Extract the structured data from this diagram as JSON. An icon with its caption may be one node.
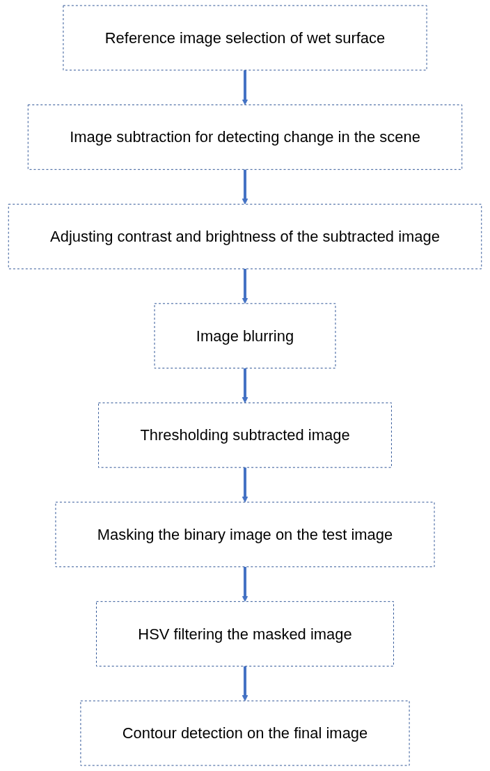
{
  "diagram": {
    "nodes": [
      {
        "text": [
          "Reference image selection of wet surface"
        ]
      },
      {
        "text": [
          "Image subtraction for detecting change in the scene"
        ]
      },
      {
        "text": [
          "Adjusting contrast and brightness of the subtracted image"
        ]
      },
      {
        "text": [
          "Image blurring"
        ]
      },
      {
        "text": [
          "Thresholding subtracted image"
        ]
      },
      {
        "text": [
          "Masking the binary image on the test image"
        ]
      },
      {
        "text": [
          "HSV filtering the masked image"
        ]
      },
      {
        "text": [
          "Contour detection on the final image"
        ]
      }
    ],
    "edges": [
      {
        "from": 0,
        "to": 1,
        "arrow": "to"
      },
      {
        "from": 1,
        "to": 2,
        "arrow": "to"
      },
      {
        "from": 2,
        "to": 3,
        "arrow": "to"
      },
      {
        "from": 3,
        "to": 4,
        "arrow": "to"
      },
      {
        "from": 4,
        "to": 5,
        "arrow": "to"
      },
      {
        "from": 5,
        "to": 6,
        "arrow": "to"
      },
      {
        "from": 6,
        "to": 7,
        "arrow": "to"
      }
    ]
  }
}
